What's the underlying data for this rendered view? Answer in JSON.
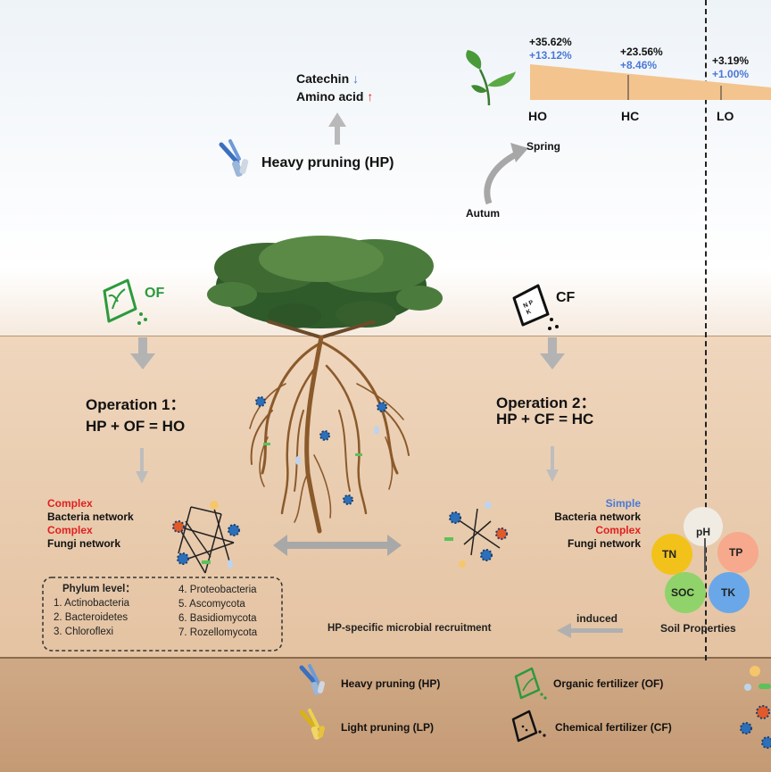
{
  "colors": {
    "black": "#111111",
    "red": "#e02020",
    "blue": "#4a78d6",
    "arrow_gray": "#a9a9a9",
    "wedge": "#f3c48e",
    "soil_top": "#efd6bd",
    "soil_bottom": "#e4c3a2",
    "legend_band": "#caa27e",
    "root": "#8b5a2b",
    "leaf": "#3f6b33",
    "tn": "#f2c21b",
    "tp": "#f6a98c",
    "soc": "#8fd36a",
    "tk": "#6aa7e8",
    "ph": "#f1ece3"
  },
  "top": {
    "catechin": "Catechin",
    "catechin_arrow": "↓",
    "amino_acid": "Amino acid",
    "amino_arrow": "↑",
    "heavy_pruning": "Heavy pruning (HP)",
    "spring": "Spring",
    "autum": "Autum"
  },
  "yield_chart": {
    "groups": [
      {
        "label": "HO",
        "black_value": "+35.62%",
        "blue_value": "+13.12%"
      },
      {
        "label": "HC",
        "black_value": "+23.56%",
        "blue_value": "+8.46%"
      },
      {
        "label": "LO",
        "black_value": "+3.19%",
        "blue_value": "+1.00%"
      }
    ]
  },
  "fertilizers": {
    "of_label": "OF",
    "cf_label": "CF",
    "cf_bag_text": "N P K"
  },
  "operation1": {
    "title": "Operation 1：",
    "equation": "HP + OF = HO"
  },
  "operation2": {
    "title": "Operation 2：",
    "equation": "HP + CF = HC"
  },
  "network_left": {
    "line1": "Complex",
    "line2": "Bacteria network",
    "line3": "Complex",
    "line4": "Fungi network"
  },
  "network_right": {
    "line1": "Simple",
    "line2": "Bacteria network",
    "line3": "Complex",
    "line4": "Fungi network"
  },
  "phylum": {
    "title": "Phylum level：",
    "col1": [
      "1. Actinobacteria",
      "2. Bacteroidetes",
      "3. Chloroflexi"
    ],
    "col2": [
      "4. Proteobacteria",
      "5. Ascomycota",
      "6. Basidiomycota",
      "7. Rozellomycota"
    ]
  },
  "soil": {
    "ph": "pH",
    "tn": "TN",
    "tp": "TP",
    "soc": "SOC",
    "tk": "TK",
    "caption": "Soil Properties"
  },
  "recruitment": {
    "induced": "induced",
    "text": "HP-specific microbial recruitment"
  },
  "legend": {
    "heavy": "Heavy pruning (HP)",
    "light": "Light pruning (LP)",
    "organic": "Organic fertilizer (OF)",
    "chemical": "Chemical fertilizer (CF)"
  }
}
